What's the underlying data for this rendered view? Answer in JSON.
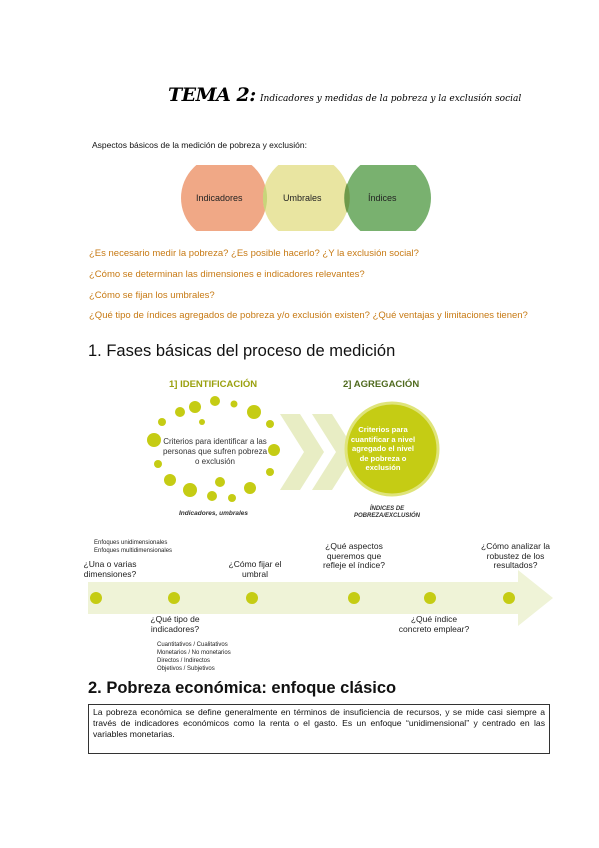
{
  "header": {
    "tema": "TEMA 2:",
    "subtitle": "Indicadores y medidas de la pobreza y la exclusión social"
  },
  "intro": "Aspectos básicos de la medición de pobreza y exclusión:",
  "venn": {
    "left": "Indicadores",
    "middle": "Umbrales",
    "right": "Índices",
    "colors": {
      "left": "#f0a886",
      "middle": "#e7e39a",
      "right": "#79b16f"
    }
  },
  "questions": [
    "¿Es necesario medir la pobreza? ¿Es posible hacerlo? ¿Y la exclusión social?",
    "¿Cómo se determinan las dimensiones e indicadores relevantes?",
    "¿Cómo se fijan los umbrales?",
    "¿Qué tipo de índices agregados de pobreza y/o exclusión existen? ¿Qué ventajas y limitaciones tienen?"
  ],
  "section1": {
    "heading": "1. Fases básicas del proceso de medición",
    "phase1": {
      "title": "1] IDENTIFICACIÓN",
      "text": "Criterios para identificar a las personas que sufren pobreza o exclusión",
      "caption": "Indicadores, umbrales"
    },
    "phase2": {
      "title": "2] AGREGACIÓN",
      "text": "Criterios para cuantificar a nivel agregado el nivel de pobreza o exclusión",
      "caption": "ÍNDICES DE POBREZA/EXCLUSIÓN"
    },
    "timeline": {
      "top_notes": [
        "Enfoques unidimensionales",
        "Enfoques multidimensionales"
      ],
      "q_one_many": "¿Una o varias dimensiones?",
      "q_threshold": "¿Cómo fijar el umbral",
      "q_aspects": "¿Qué aspectos queremos que refleje el índice?",
      "q_robust": "¿Cómo analizar la robustez de los resultados?",
      "q_types": "¿Qué tipo de indicadores?",
      "q_concrete": "¿Qué índice concreto emplear?",
      "bottom_notes": [
        "Cuantitativos / Cualitativos",
        "Monetarios / No monetarios",
        "Directos / Indirectos",
        "Objetivos / Subjetivos"
      ]
    }
  },
  "section2": {
    "heading": "2. Pobreza económica: enfoque clásico",
    "box_text": "La pobreza económica se define generalmente en términos de insuficiencia de recursos, y se mide casi siempre a través de indicadores económicos como la renta o el gasto. Es un enfoque “unidimensional” y centrado en las variables monetarias."
  },
  "colors": {
    "question": "#c77a14",
    "phase_green": "#c5cc14",
    "dark_green": "#4f6a1e",
    "arrow": "#eff3d7"
  }
}
